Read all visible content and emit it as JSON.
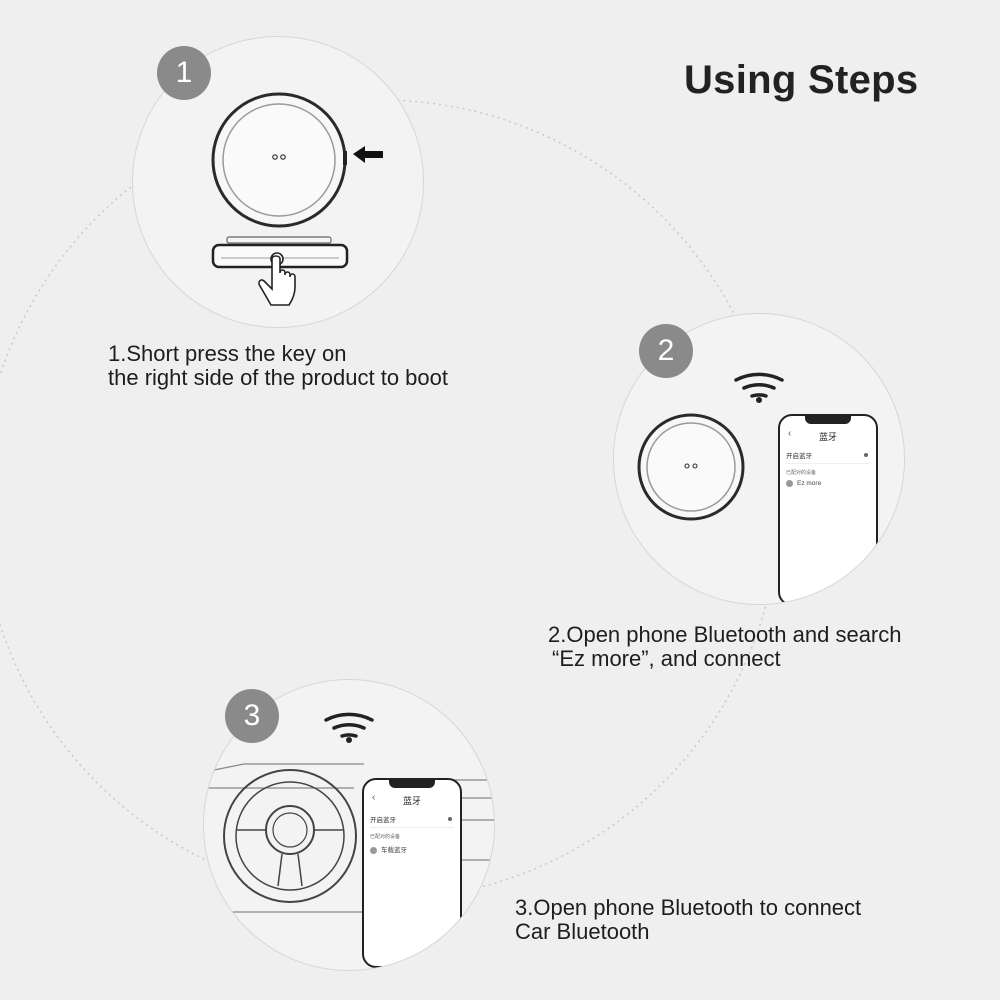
{
  "title": "Using Steps",
  "steps": [
    {
      "number": "1",
      "caption_line1": "1.Short press the key on",
      "caption_line2": "the right side of the product to boot"
    },
    {
      "number": "2",
      "caption_line1": "2.Open phone Bluetooth and search",
      "caption_line2": "“Ez more”, and connect",
      "phone": {
        "header": "蓝牙",
        "toggle_label": "开启蓝牙",
        "section_label": "已配对的设备",
        "device": "Ez more"
      }
    },
    {
      "number": "3",
      "caption_line1": "3.Open phone Bluetooth to connect",
      "caption_line2": "Car Bluetooth",
      "phone": {
        "header": "蓝牙",
        "toggle_label": "开启蓝牙",
        "section_label": "已配对的设备",
        "device": "车载蓝牙"
      }
    }
  ],
  "icons": [
    "power-button-arrow-icon",
    "finger-press-icon",
    "wifi-signal-icon",
    "back-chevron-icon",
    "bluetooth-device-icon",
    "steering-wheel-icon"
  ],
  "colors": {
    "background": "#efefef",
    "badge": "#8a8a8a",
    "text": "#1e1e1e"
  }
}
